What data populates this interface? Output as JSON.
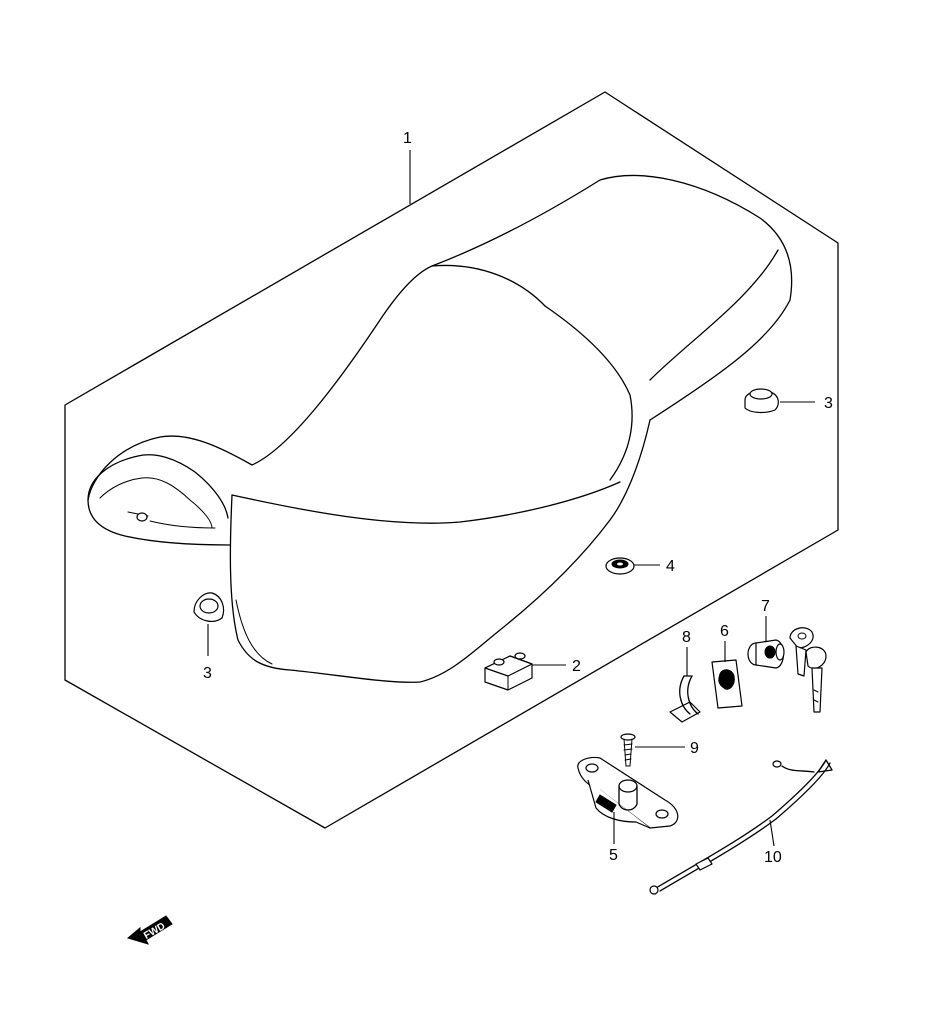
{
  "callouts": {
    "seat_assy": "1",
    "seat_rear_cushion": "2",
    "cushion_right": "3",
    "cushion_left": "3",
    "nut": "4",
    "lock_plate": "5",
    "lock_clip": "6",
    "seat_lock_set": "7",
    "spring_clip": "8",
    "screw": "9",
    "cable": "10"
  },
  "fwd_label": "FWD"
}
